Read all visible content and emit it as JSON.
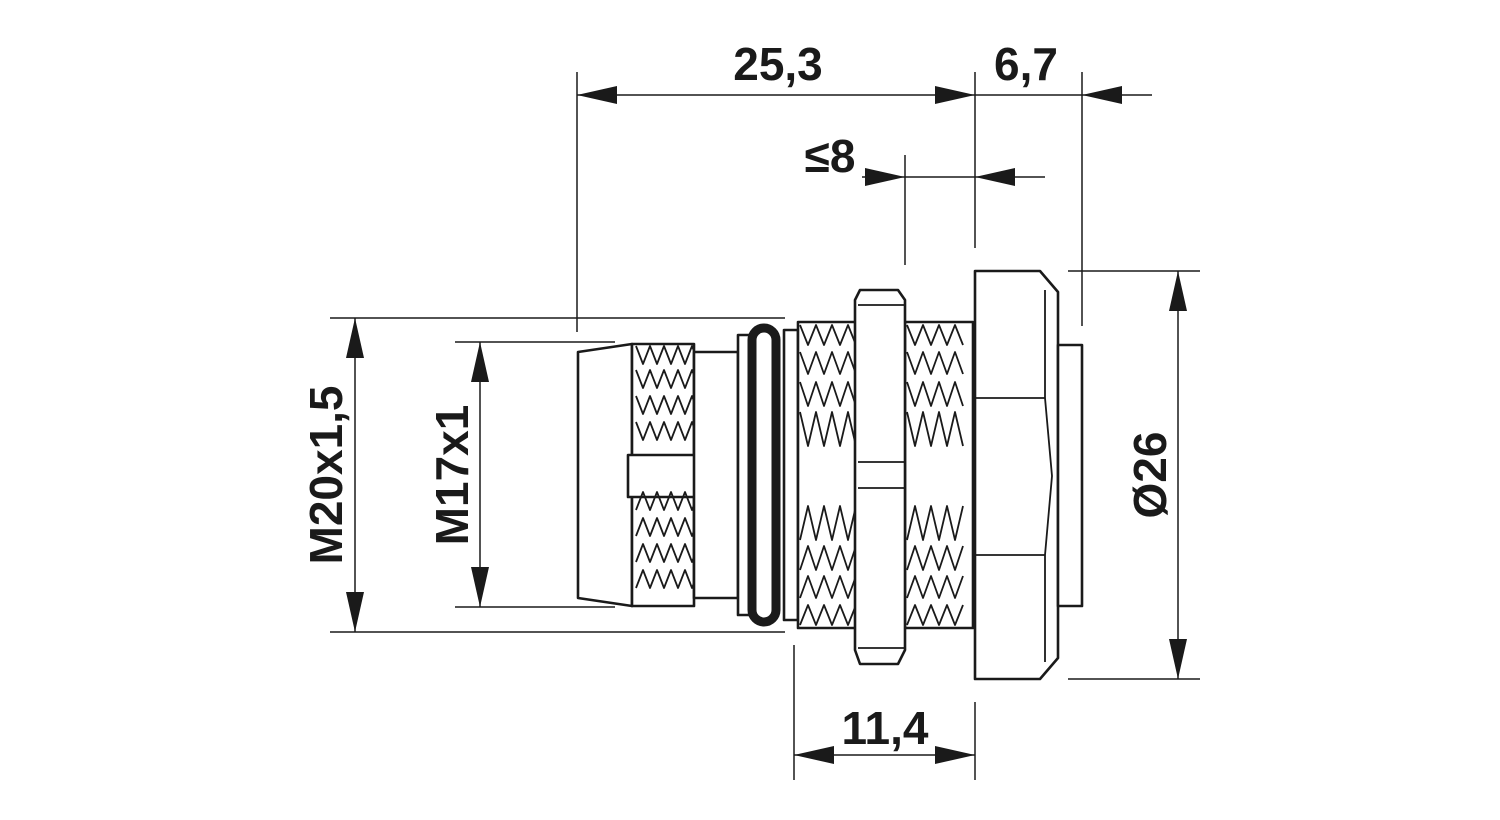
{
  "dimensions": {
    "overall_length": "25,3",
    "flange_thickness": "6,7",
    "panel_thickness": "≤8",
    "rear_length": "11,4",
    "rear_thread": "M20x1,5",
    "front_thread": "M17x1",
    "flange_diameter": "Ø26"
  }
}
